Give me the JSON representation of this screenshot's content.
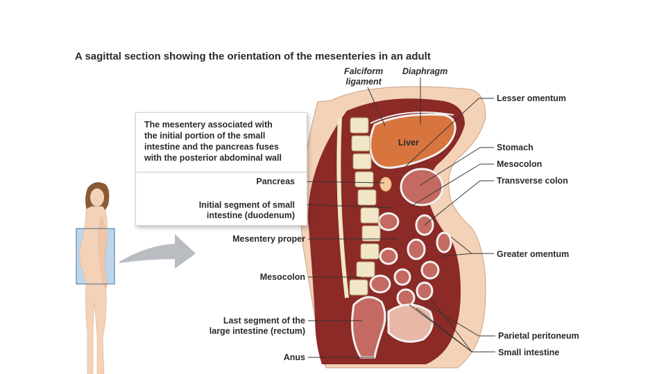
{
  "title": "A sagittal section showing the orientation of the mesenteries in an adult",
  "callout": {
    "note": [
      "The mesentery associated with",
      "the initial portion of the small",
      "intestine and the pancreas fuses",
      "with the posterior abdominal wall"
    ],
    "labels": {
      "pancreas": "Pancreas",
      "duodenum_line1": "Initial segment of small",
      "duodenum_line2": "intestine (duodenum)"
    }
  },
  "labels": {
    "falciform_line1": "Falciform",
    "falciform_line2": "ligament",
    "diaphragm": "Diaphragm",
    "liver": "Liver",
    "lesser_omentum": "Lesser omentum",
    "stomach": "Stomach",
    "mesocolon_right": "Mesocolon",
    "transverse_colon": "Transverse colon",
    "greater_omentum": "Greater omentum",
    "parietal_peritoneum": "Parietal peritoneum",
    "small_intestine": "Small intestine",
    "mesentery_proper": "Mesentery proper",
    "mesocolon_left": "Mesocolon",
    "rectum_line1": "Last segment of the",
    "rectum_line2": "large intestine (rectum)",
    "anus": "Anus"
  },
  "colors": {
    "skin": "#f3d2b8",
    "muscle": "#8b2a26",
    "organ": "#c46a62",
    "liver": "#d8753e",
    "bone": "#f1e6c8",
    "peritoneum": "#f2f2f2",
    "highlight_box": "#bcd6ee",
    "arrow": "#b9bcc1"
  }
}
